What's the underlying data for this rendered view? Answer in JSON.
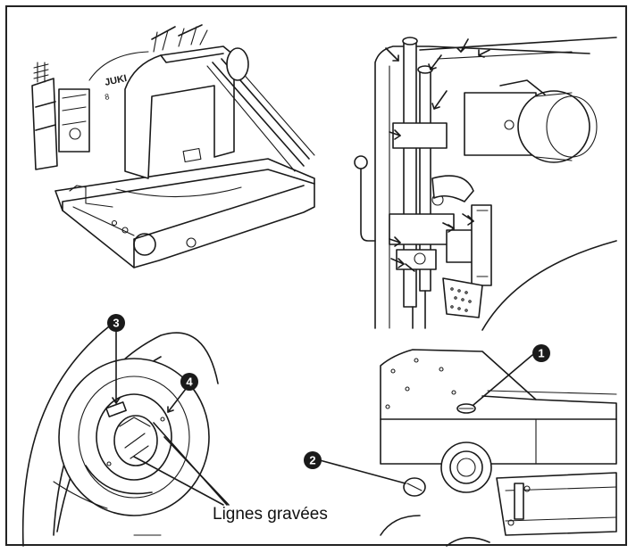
{
  "brand_on_machine": "JUKI",
  "callouts": [
    {
      "number": "1"
    },
    {
      "number": "2"
    },
    {
      "number": "3"
    },
    {
      "number": "4"
    }
  ],
  "engraved_lines_label": "Lignes gravées"
}
